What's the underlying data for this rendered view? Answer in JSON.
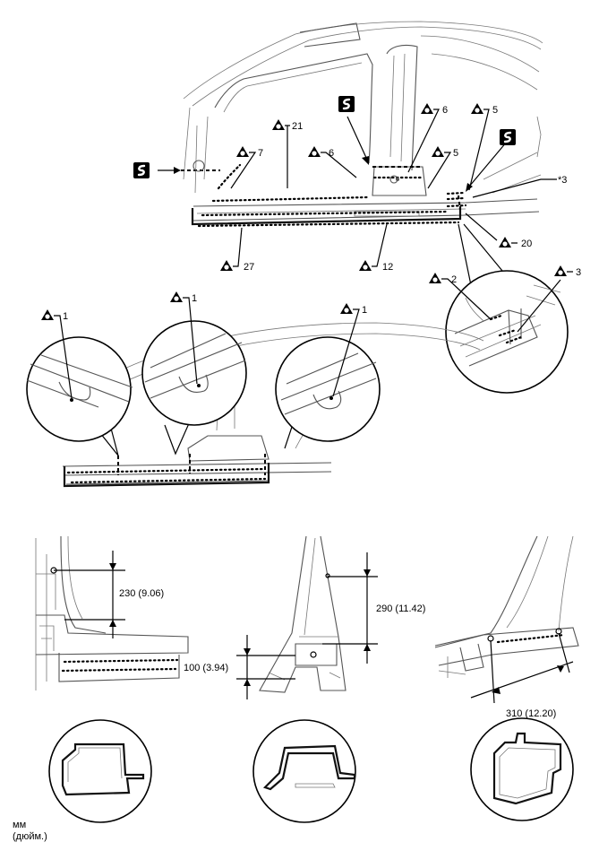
{
  "callouts": [
    {
      "id": "c21",
      "text": "21"
    },
    {
      "id": "c7",
      "text": "7"
    },
    {
      "id": "c6a",
      "text": "6"
    },
    {
      "id": "c6b",
      "text": "6"
    },
    {
      "id": "c5a",
      "text": "5"
    },
    {
      "id": "c5b",
      "text": "5"
    },
    {
      "id": "c3star",
      "text": "*3"
    },
    {
      "id": "c20",
      "text": "20"
    },
    {
      "id": "c27",
      "text": "27"
    },
    {
      "id": "c12",
      "text": "12"
    },
    {
      "id": "c2",
      "text": "2"
    },
    {
      "id": "c3",
      "text": "3"
    },
    {
      "id": "c1a",
      "text": "1"
    },
    {
      "id": "c1b",
      "text": "1"
    },
    {
      "id": "c1c",
      "text": "1"
    }
  ],
  "dimensions": {
    "d230": "230 (9.06)",
    "d290": "290 (11.42)",
    "d100": "100 (3.94)",
    "d310": "310 (12.20)"
  },
  "units": {
    "line1": "мм",
    "line2": "(дюйм.)"
  },
  "symbols": {
    "weld_icon": "triangle-with-ring-weld-symbol",
    "cut_icon": "s-curve-cut-symbol"
  }
}
